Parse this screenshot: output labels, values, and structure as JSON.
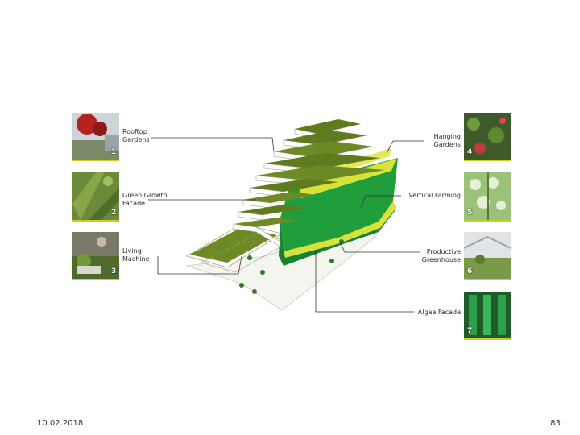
{
  "slide": {
    "date": "10.02.2018",
    "page_number": "83"
  },
  "diagram": {
    "labels": [
      {
        "id": 1,
        "text": "Rooftop\nGardens"
      },
      {
        "id": 2,
        "text": "Green Growth\nFacade"
      },
      {
        "id": 3,
        "text": "Living\nMachine"
      },
      {
        "id": 4,
        "text": "Hanging\nGardens"
      },
      {
        "id": 5,
        "text": "Vertical Farming"
      },
      {
        "id": 6,
        "text": "Productive\nGreenhouse"
      },
      {
        "id": 7,
        "text": "Algae Facade"
      }
    ],
    "photo_numbers": [
      "1",
      "2",
      "3",
      "4",
      "5",
      "6",
      "7"
    ],
    "colors": {
      "dark_green": "#5f7a1f",
      "bright_green": "#1f9e3b",
      "yellow_green": "#d8e23a",
      "accent_line": "#c6cf2d"
    }
  }
}
